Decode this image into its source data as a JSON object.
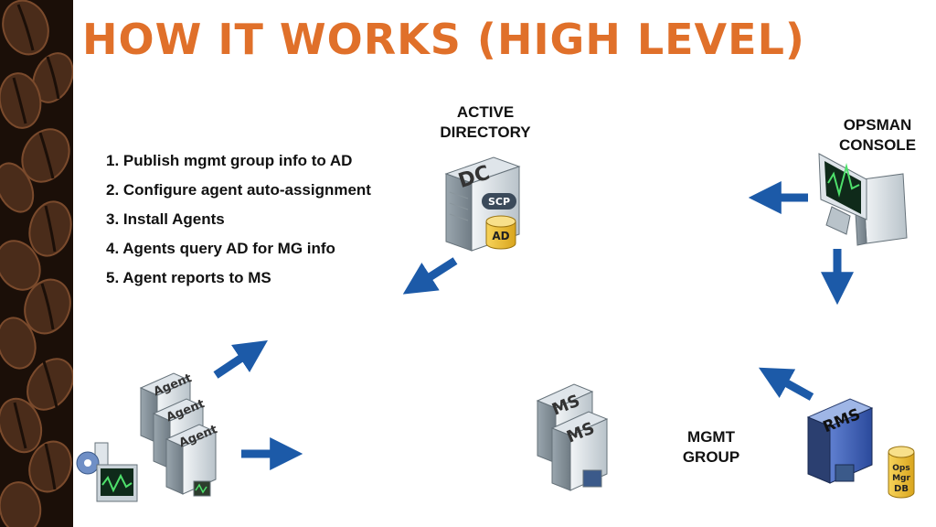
{
  "title": "HOW IT WORKS (HIGH LEVEL)",
  "steps": [
    "1. Publish mgmt group info to AD",
    "2. Configure agent auto-assignment",
    "3. Install Agents",
    "4. Agents query AD for MG info",
    "5. Agent reports to MS"
  ],
  "labels": {
    "active_directory": [
      "ACTIVE",
      "DIRECTORY"
    ],
    "opsman_console": [
      "OPSMAN",
      "CONSOLE"
    ],
    "mgmt_group": [
      "MGMT",
      "GROUP"
    ]
  },
  "server_tags": {
    "dc": "DC",
    "scp": "SCP",
    "ad": "AD",
    "agent": "Agent",
    "ms": "MS",
    "rms": "RMS",
    "opsmgr_db": [
      "Ops",
      "Mgr",
      "DB"
    ]
  },
  "colors": {
    "title": "#e0702a",
    "arrow": "#1c5aa8",
    "server": "#c9d2d8",
    "bean": "#3a2418",
    "db_gold": "#f1c232"
  },
  "icons": [
    "coffee-beans-border",
    "server-icon",
    "monitor-icon",
    "database-icon",
    "arrow-icon"
  ]
}
